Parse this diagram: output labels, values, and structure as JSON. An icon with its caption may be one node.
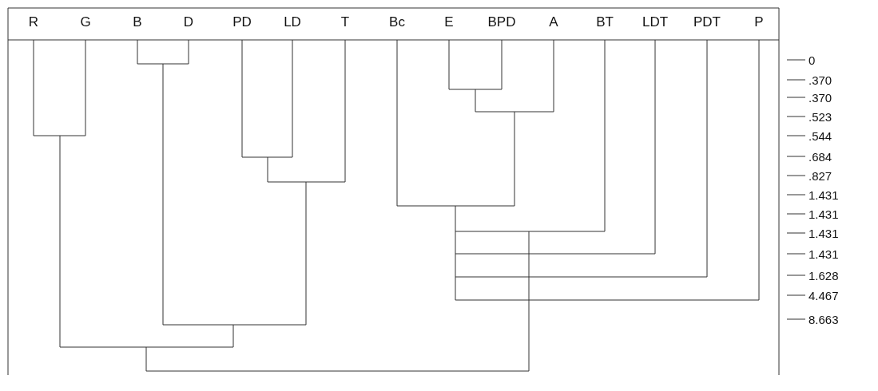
{
  "diagram": {
    "labels": [
      "R",
      "G",
      "B",
      "D",
      "PD",
      "LD",
      "T",
      "Bc",
      "E",
      "BPD",
      "A",
      "BT",
      "LDT",
      "PDT",
      "P",
      "0",
      ".370",
      ".370",
      ".523",
      ".544",
      ".684",
      ".827",
      "1.431",
      "1.431",
      "1.431",
      "1.431",
      "1.628",
      "4.467",
      "8.663"
    ]
  }
}
